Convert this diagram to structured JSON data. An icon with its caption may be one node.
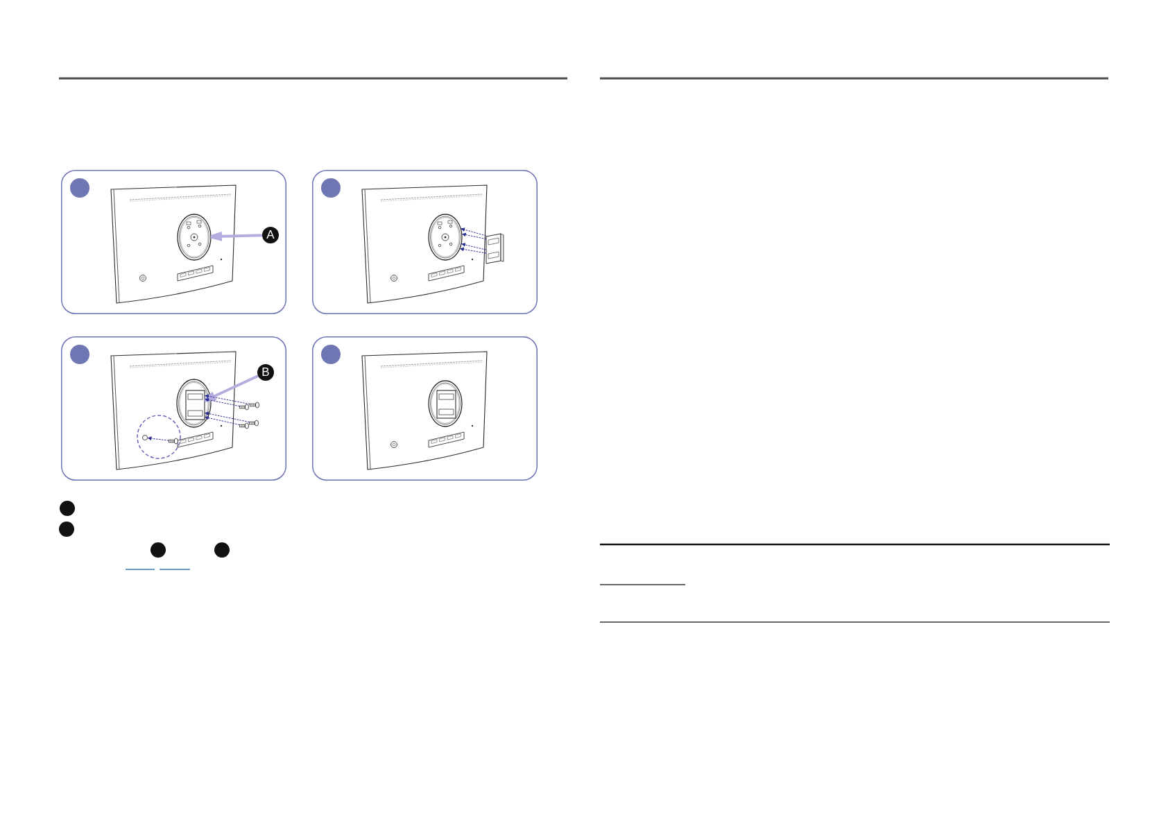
{
  "diagram": {
    "nodes": [
      {
        "text": [
          "A"
        ]
      },
      {
        "text": [],
        "shape": "circle"
      },
      {
        "text": [],
        "shape": "circle"
      },
      {
        "text": [],
        "shape": "box"
      },
      {
        "text": [
          "B"
        ]
      },
      {
        "text": [],
        "shape": "circle"
      },
      {
        "text": [],
        "shape": "box",
        "in": 5
      },
      {
        "text": [],
        "shape": "picture"
      },
      {
        "text": [],
        "shape": "picture"
      },
      {
        "text": [],
        "shape": "picture"
      },
      {
        "text": [],
        "shape": "picture"
      },
      {
        "text": [],
        "shape": "circle"
      },
      {
        "text": [],
        "shape": "picture"
      },
      {
        "text": [],
        "shape": "circle"
      },
      {
        "text": [],
        "shape": "box",
        "in": 13
      }
    ],
    "edges": [
      {
        "from": 0,
        "to": 1,
        "arrow": "to",
        "style": "thick",
        "color": "#b5acdf"
      },
      {
        "from": 3,
        "to": 2,
        "arrow": "to",
        "style": "dashed"
      },
      {
        "from": 3,
        "to": 2,
        "arrow": "to",
        "style": "dashed"
      },
      {
        "from": 3,
        "to": 2,
        "arrow": "to",
        "style": "dashed"
      },
      {
        "from": 3,
        "to": 2,
        "arrow": "to",
        "style": "dashed"
      },
      {
        "from": 4,
        "to": 6,
        "arrow": "to",
        "style": "thick",
        "color": "#b5acdf"
      },
      {
        "from": 7,
        "to": 6,
        "arrow": "to",
        "style": "dashed"
      },
      {
        "from": 8,
        "to": 6,
        "arrow": "to",
        "style": "dashed"
      },
      {
        "from": 9,
        "to": 6,
        "arrow": "to",
        "style": "dashed"
      },
      {
        "from": 10,
        "to": 6,
        "arrow": "to",
        "style": "dashed"
      },
      {
        "from": 12,
        "to": 11,
        "arrow": "to",
        "style": "dashed"
      }
    ]
  }
}
